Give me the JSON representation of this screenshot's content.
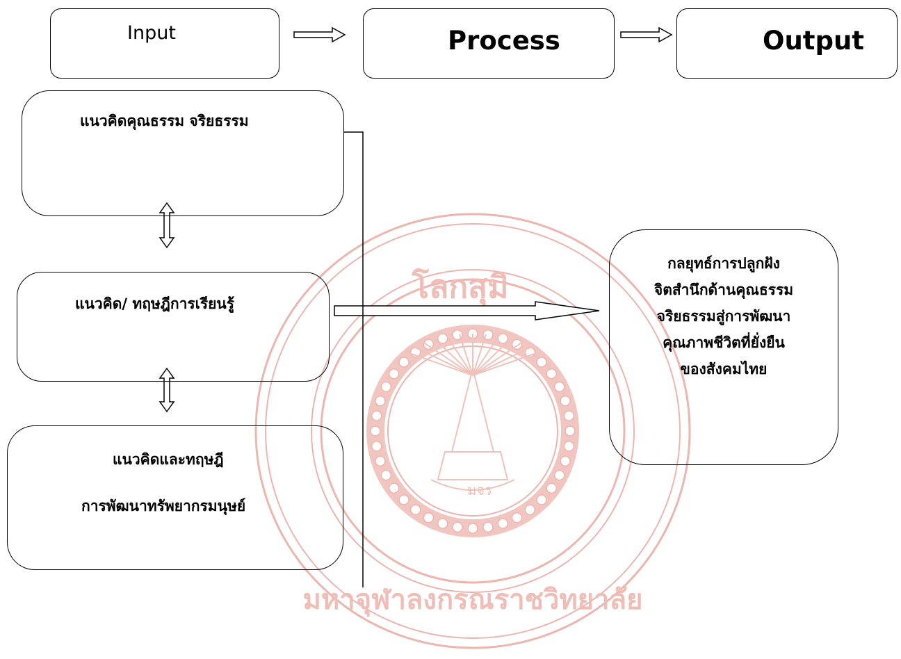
{
  "header": {
    "input_label": "Input",
    "process_label": "Process",
    "output_label": "Output"
  },
  "inputs": {
    "box1_text": "แนวคิดคุณธรรม จริยธรรม",
    "box2_text": "แนวคิด/ ทฤษฎีการเรียนรู้",
    "box3_line1": "แนวคิดและทฤษฎี",
    "box3_line2": "การพัฒนาทรัพยากรมนุษย์"
  },
  "output_box": {
    "lines": [
      "กลยุทธ์การปลูกฝัง",
      "จิตสำนึกด้านคุณธรรม",
      "จริยธรรมสู่การพัฒนา",
      "คุณภาพชีวิตที่ยั่งยืน",
      "ของสังคมไทย"
    ]
  },
  "watermark": {
    "text_top": "โลกสุมิ",
    "text_bottom": "มหาจุฬาลงกรณราชวิทยาลัย",
    "seal_initials": "มจร",
    "color": "#e8aaa3"
  },
  "colors": {
    "stroke": "#000000",
    "watermark": "#e8aaa3"
  }
}
